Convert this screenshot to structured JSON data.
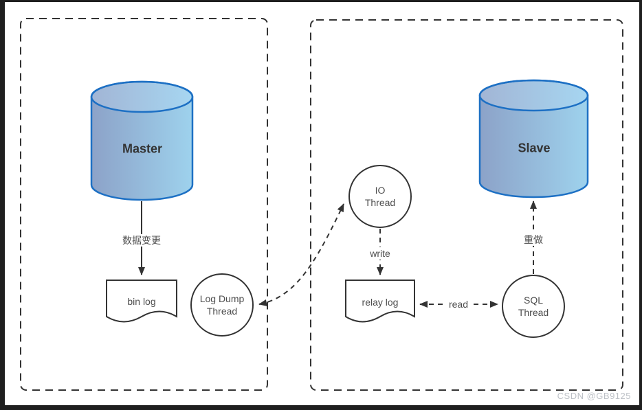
{
  "nodes": {
    "master_db": {
      "label": "Master"
    },
    "slave_db": {
      "label": "Slave"
    },
    "bin_log": {
      "label": "bin log"
    },
    "relay_log": {
      "label": "relay log"
    },
    "log_dump_thread": {
      "label": "Log Dump Thread"
    },
    "io_thread": {
      "label": "IO Thread"
    },
    "sql_thread": {
      "label": "SQL Thread"
    }
  },
  "edges": {
    "data_change": {
      "label": "数据变更"
    },
    "write": {
      "label": "write"
    },
    "read": {
      "label": "read"
    },
    "redo": {
      "label": "重做"
    }
  },
  "watermark": "CSDN @GB9125",
  "colors": {
    "frame": "#1f1f1f",
    "canvas_bg": "#ffffff",
    "stroke": "#333333",
    "cyl_border": "#1d70c4",
    "cylinder_gradient_left": "#8ca2c8",
    "cylinder_gradient_right": "#9ed2ed",
    "label_text": "#4d4d4d",
    "title_text": "#333333",
    "watermark_text": "#bcc0c6"
  }
}
